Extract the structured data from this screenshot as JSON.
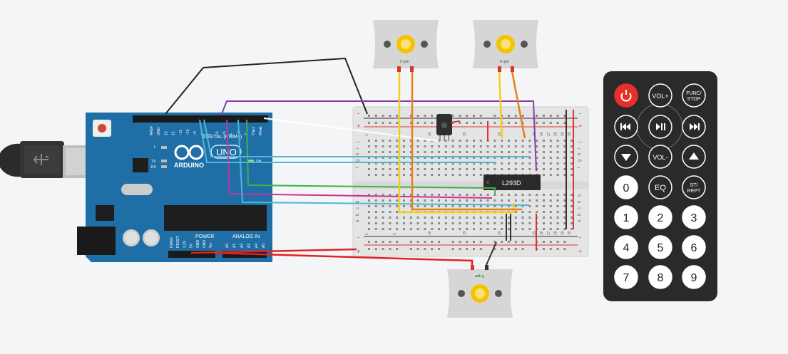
{
  "arduino": {
    "brand": "ARDUINO",
    "model": "UNO",
    "digital_label": "DIGITAL (PWM~)",
    "power_label": "POWER",
    "analog_label": "ANALOG IN",
    "pin_l": "L",
    "pin_tx": "TX",
    "pin_rx": "RX",
    "on_label": "ON",
    "top_pins": [
      "AREF",
      "GND",
      "13",
      "12",
      "~11",
      "~10",
      "~9",
      "8",
      "7",
      "~6",
      "~5",
      "4",
      "~3",
      "2",
      "TX▸1",
      "RX◂0"
    ],
    "power_pins": [
      "IOREF",
      "RESET",
      "3.3V",
      "5V",
      "GND",
      "GND",
      "Vin"
    ],
    "analog_pins": [
      "A0",
      "A1",
      "A2",
      "A3",
      "A4",
      "A5"
    ]
  },
  "breadboard": {
    "columns_top": [
      "1",
      "5",
      "10",
      "15",
      "20",
      "25",
      "26",
      "27",
      "28",
      "29",
      "30"
    ],
    "row_letters_top": [
      "j",
      "i",
      "h",
      "g",
      "f"
    ],
    "row_letters_bottom": [
      "e",
      "d",
      "c",
      "b",
      "a"
    ],
    "rail_plus": "+",
    "rail_minus": "-"
  },
  "chip": {
    "label": "L293D"
  },
  "motors": [
    {
      "label": "0 rpm"
    },
    {
      "label": "0 rpm"
    },
    {
      "label": "0 rpm"
    }
  ],
  "remote": {
    "buttons": [
      {
        "label": "",
        "name": "power-button",
        "icon": "power-icon"
      },
      {
        "label": "VOL+",
        "name": "vol-up-button"
      },
      {
        "label": "FUNC/\nSTOP",
        "name": "func-stop-button"
      },
      {
        "label": "",
        "name": "prev-button",
        "icon": "skip-back-icon"
      },
      {
        "label": "",
        "name": "play-pause-button",
        "icon": "play-pause-icon"
      },
      {
        "label": "",
        "name": "next-button",
        "icon": "skip-forward-icon"
      },
      {
        "label": "",
        "name": "down-button",
        "icon": "arrow-down-icon"
      },
      {
        "label": "VOL-",
        "name": "vol-down-button"
      },
      {
        "label": "",
        "name": "up-button",
        "icon": "arrow-up-icon"
      },
      {
        "label": "0",
        "name": "digit-0-button"
      },
      {
        "label": "EQ",
        "name": "eq-button"
      },
      {
        "label": "ST/\nREPT",
        "name": "st-rept-button"
      },
      {
        "label": "1",
        "name": "digit-1-button"
      },
      {
        "label": "2",
        "name": "digit-2-button"
      },
      {
        "label": "3",
        "name": "digit-3-button"
      },
      {
        "label": "4",
        "name": "digit-4-button"
      },
      {
        "label": "5",
        "name": "digit-5-button"
      },
      {
        "label": "6",
        "name": "digit-6-button"
      },
      {
        "label": "7",
        "name": "digit-7-button"
      },
      {
        "label": "8",
        "name": "digit-8-button"
      },
      {
        "label": "9",
        "name": "digit-9-button"
      }
    ]
  },
  "colors": {
    "background": "#f4f5f6",
    "arduino_board": "#1f6fa6",
    "breadboard": "#e4e4e4",
    "remote_body": "#2a2a2a",
    "power_button": "#e8302a",
    "motor_body": "#d6d6d6",
    "motor_shaft": "#f5c400"
  }
}
